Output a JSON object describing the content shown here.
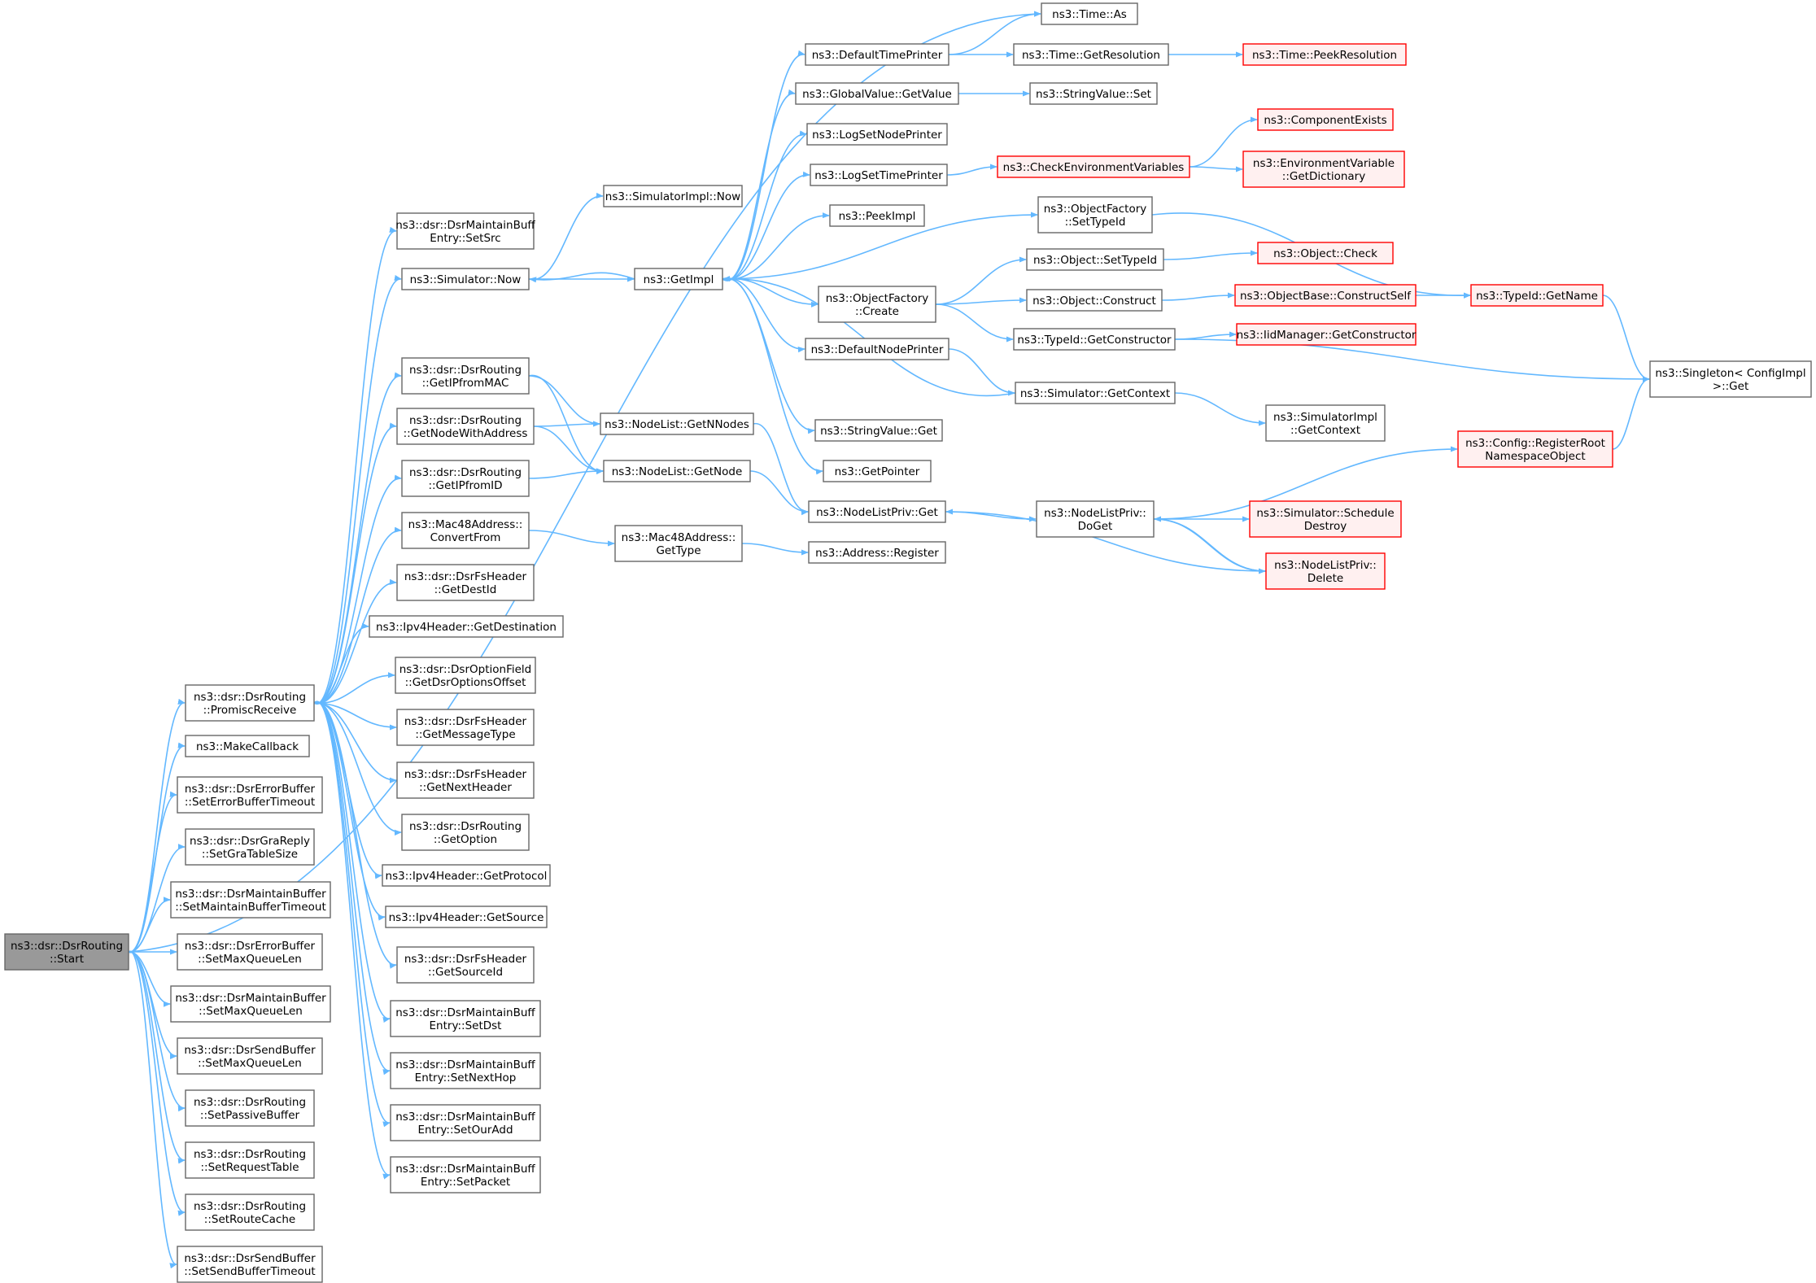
{
  "colors": {
    "edge": "#63b8ff",
    "node_border": "#666666",
    "node_fill": "#ffffff",
    "red_border": "#ff0000",
    "red_fill": "#fff0f0",
    "root_fill": "#999999"
  },
  "nodes": [
    {
      "id": "start",
      "lines": [
        "ns3::dsr::DsrRouting",
        "::Start"
      ],
      "style": "root"
    },
    {
      "id": "promisc",
      "lines": [
        "ns3::dsr::DsrRouting",
        "::PromiscReceive"
      ]
    },
    {
      "id": "makecb",
      "lines": [
        "ns3::MakeCallback"
      ]
    },
    {
      "id": "errbuftimeout",
      "lines": [
        "ns3::dsr::DsrErrorBuffer",
        "::SetErrorBufferTimeout"
      ]
    },
    {
      "id": "grareply",
      "lines": [
        "ns3::dsr::DsrGraReply",
        "::SetGraTableSize"
      ]
    },
    {
      "id": "maintbuftimeout",
      "lines": [
        "ns3::dsr::DsrMaintainBuffer",
        "::SetMaintainBufferTimeout"
      ]
    },
    {
      "id": "errmaxq",
      "lines": [
        "ns3::dsr::DsrErrorBuffer",
        "::SetMaxQueueLen"
      ]
    },
    {
      "id": "maintmaxq",
      "lines": [
        "ns3::dsr::DsrMaintainBuffer",
        "::SetMaxQueueLen"
      ]
    },
    {
      "id": "sendmaxq",
      "lines": [
        "ns3::dsr::DsrSendBuffer",
        "::SetMaxQueueLen"
      ]
    },
    {
      "id": "passive",
      "lines": [
        "ns3::dsr::DsrRouting",
        "::SetPassiveBuffer"
      ]
    },
    {
      "id": "reqtable",
      "lines": [
        "ns3::dsr::DsrRouting",
        "::SetRequestTable"
      ]
    },
    {
      "id": "routecache",
      "lines": [
        "ns3::dsr::DsrRouting",
        "::SetRouteCache"
      ]
    },
    {
      "id": "sendbuftimeout",
      "lines": [
        "ns3::dsr::DsrSendBuffer",
        "::SetSendBufferTimeout"
      ]
    },
    {
      "id": "setsrc",
      "lines": [
        "ns3::dsr::DsrMaintainBuff",
        "Entry::SetSrc"
      ]
    },
    {
      "id": "simnow",
      "lines": [
        "ns3::Simulator::Now"
      ]
    },
    {
      "id": "getipmac",
      "lines": [
        "ns3::dsr::DsrRouting",
        "::GetIPfromMAC"
      ]
    },
    {
      "id": "getnodeaddr",
      "lines": [
        "ns3::dsr::DsrRouting",
        "::GetNodeWithAddress"
      ]
    },
    {
      "id": "getipid",
      "lines": [
        "ns3::dsr::DsrRouting",
        "::GetIPfromID"
      ]
    },
    {
      "id": "convfrom",
      "lines": [
        "ns3::Mac48Address::",
        "ConvertFrom"
      ]
    },
    {
      "id": "getdestid",
      "lines": [
        "ns3::dsr::DsrFsHeader",
        "::GetDestId"
      ]
    },
    {
      "id": "getdest",
      "lines": [
        "ns3::Ipv4Header::GetDestination"
      ]
    },
    {
      "id": "getoptoff",
      "lines": [
        "ns3::dsr::DsrOptionField",
        "::GetDsrOptionsOffset"
      ]
    },
    {
      "id": "getmsgtype",
      "lines": [
        "ns3::dsr::DsrFsHeader",
        "::GetMessageType"
      ]
    },
    {
      "id": "getnexthdr",
      "lines": [
        "ns3::dsr::DsrFsHeader",
        "::GetNextHeader"
      ]
    },
    {
      "id": "getoption",
      "lines": [
        "ns3::dsr::DsrRouting",
        "::GetOption"
      ]
    },
    {
      "id": "getproto",
      "lines": [
        "ns3::Ipv4Header::GetProtocol"
      ]
    },
    {
      "id": "getsource",
      "lines": [
        "ns3::Ipv4Header::GetSource"
      ]
    },
    {
      "id": "getsrcid",
      "lines": [
        "ns3::dsr::DsrFsHeader",
        "::GetSourceId"
      ]
    },
    {
      "id": "setdst",
      "lines": [
        "ns3::dsr::DsrMaintainBuff",
        "Entry::SetDst"
      ]
    },
    {
      "id": "setnexthop",
      "lines": [
        "ns3::dsr::DsrMaintainBuff",
        "Entry::SetNextHop"
      ]
    },
    {
      "id": "setouradd",
      "lines": [
        "ns3::dsr::DsrMaintainBuff",
        "Entry::SetOurAdd"
      ]
    },
    {
      "id": "setpacket",
      "lines": [
        "ns3::dsr::DsrMaintainBuff",
        "Entry::SetPacket"
      ]
    },
    {
      "id": "simimplnow",
      "lines": [
        "ns3::SimulatorImpl::Now"
      ]
    },
    {
      "id": "getimpl",
      "lines": [
        "ns3::GetImpl"
      ]
    },
    {
      "id": "getnnodes",
      "lines": [
        "ns3::NodeList::GetNNodes"
      ]
    },
    {
      "id": "getnode",
      "lines": [
        "ns3::NodeList::GetNode"
      ]
    },
    {
      "id": "gettype",
      "lines": [
        "ns3::Mac48Address::",
        "GetType"
      ]
    },
    {
      "id": "deftimeprinter",
      "lines": [
        "ns3::DefaultTimePrinter"
      ]
    },
    {
      "id": "gvgetvalue",
      "lines": [
        "ns3::GlobalValue::GetValue"
      ]
    },
    {
      "id": "lognodeprinter",
      "lines": [
        "ns3::LogSetNodePrinter"
      ]
    },
    {
      "id": "logtimeprinter",
      "lines": [
        "ns3::LogSetTimePrinter"
      ]
    },
    {
      "id": "peekimpl",
      "lines": [
        "ns3::PeekImpl"
      ]
    },
    {
      "id": "ofcreate",
      "lines": [
        "ns3::ObjectFactory",
        "::Create"
      ]
    },
    {
      "id": "defnodeprinter",
      "lines": [
        "ns3::DefaultNodePrinter"
      ]
    },
    {
      "id": "strvalget",
      "lines": [
        "ns3::StringValue::Get"
      ]
    },
    {
      "id": "getpointer",
      "lines": [
        "ns3::GetPointer"
      ]
    },
    {
      "id": "nlpget",
      "lines": [
        "ns3::NodeListPriv::Get"
      ]
    },
    {
      "id": "addrreg",
      "lines": [
        "ns3::Address::Register"
      ]
    },
    {
      "id": "timeas",
      "lines": [
        "ns3::Time::As"
      ]
    },
    {
      "id": "timegetres",
      "lines": [
        "ns3::Time::GetResolution"
      ]
    },
    {
      "id": "strvalset",
      "lines": [
        "ns3::StringValue::Set"
      ]
    },
    {
      "id": "checkenv",
      "lines": [
        "ns3::CheckEnvironmentVariables"
      ],
      "style": "red"
    },
    {
      "id": "ofsettypeid",
      "lines": [
        "ns3::ObjectFactory",
        "::SetTypeId"
      ]
    },
    {
      "id": "objsettypeid",
      "lines": [
        "ns3::Object::SetTypeId"
      ]
    },
    {
      "id": "objconstruct",
      "lines": [
        "ns3::Object::Construct"
      ]
    },
    {
      "id": "typeidgetctor",
      "lines": [
        "ns3::TypeId::GetConstructor"
      ]
    },
    {
      "id": "simgetctx",
      "lines": [
        "ns3::Simulator::GetContext"
      ]
    },
    {
      "id": "simimplgetctx",
      "lines": [
        "ns3::SimulatorImpl",
        "::GetContext"
      ]
    },
    {
      "id": "nlpdoget",
      "lines": [
        "ns3::NodeListPriv::",
        "DoGet"
      ]
    },
    {
      "id": "timepeekres",
      "lines": [
        "ns3::Time::PeekResolution"
      ],
      "style": "red"
    },
    {
      "id": "compexists",
      "lines": [
        "ns3::ComponentExists"
      ],
      "style": "red"
    },
    {
      "id": "envgetdict",
      "lines": [
        "ns3::EnvironmentVariable",
        "::GetDictionary"
      ],
      "style": "red"
    },
    {
      "id": "objcheck",
      "lines": [
        "ns3::Object::Check"
      ],
      "style": "red"
    },
    {
      "id": "objbasector",
      "lines": [
        "ns3::ObjectBase::ConstructSelf"
      ],
      "style": "red"
    },
    {
      "id": "iidgetctor",
      "lines": [
        "ns3::IidManager::GetConstructor"
      ],
      "style": "red"
    },
    {
      "id": "cfgregroot",
      "lines": [
        "ns3::Config::RegisterRoot",
        "NamespaceObject"
      ],
      "style": "red"
    },
    {
      "id": "simschedule",
      "lines": [
        "ns3::Simulator::Schedule",
        "Destroy"
      ],
      "style": "red"
    },
    {
      "id": "nlpdelete",
      "lines": [
        "ns3::NodeListPriv::",
        "Delete"
      ],
      "style": "red"
    },
    {
      "id": "typeidgetname",
      "lines": [
        "ns3::TypeId::GetName"
      ],
      "style": "red"
    },
    {
      "id": "singleton",
      "lines": [
        "ns3::Singleton< ConfigImpl",
        ">::Get"
      ]
    }
  ]
}
